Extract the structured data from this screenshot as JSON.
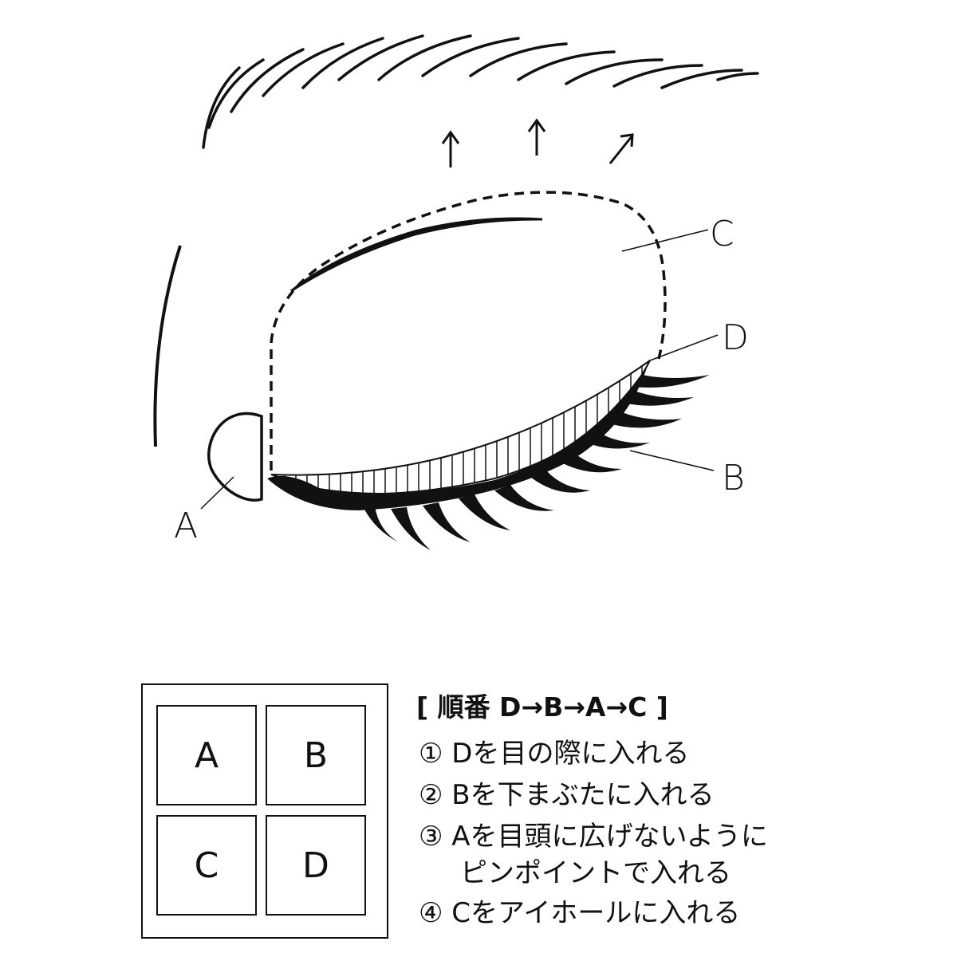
{
  "diagram": {
    "labels": {
      "a": "A",
      "b": "B",
      "c": "C",
      "d": "D"
    },
    "palette": [
      "A",
      "B",
      "C",
      "D"
    ],
    "order_title": "[ 順番 D→B→A→C ]",
    "steps": [
      {
        "num": "①",
        "text": "Dを目の際に入れる"
      },
      {
        "num": "②",
        "text": "Bを下まぶたに入れる"
      },
      {
        "num": "③",
        "text": "Aを目頭に広げないように",
        "cont": "ピンポイントで入れる"
      },
      {
        "num": "④",
        "text": "Cをアイホールに入れる"
      }
    ]
  }
}
